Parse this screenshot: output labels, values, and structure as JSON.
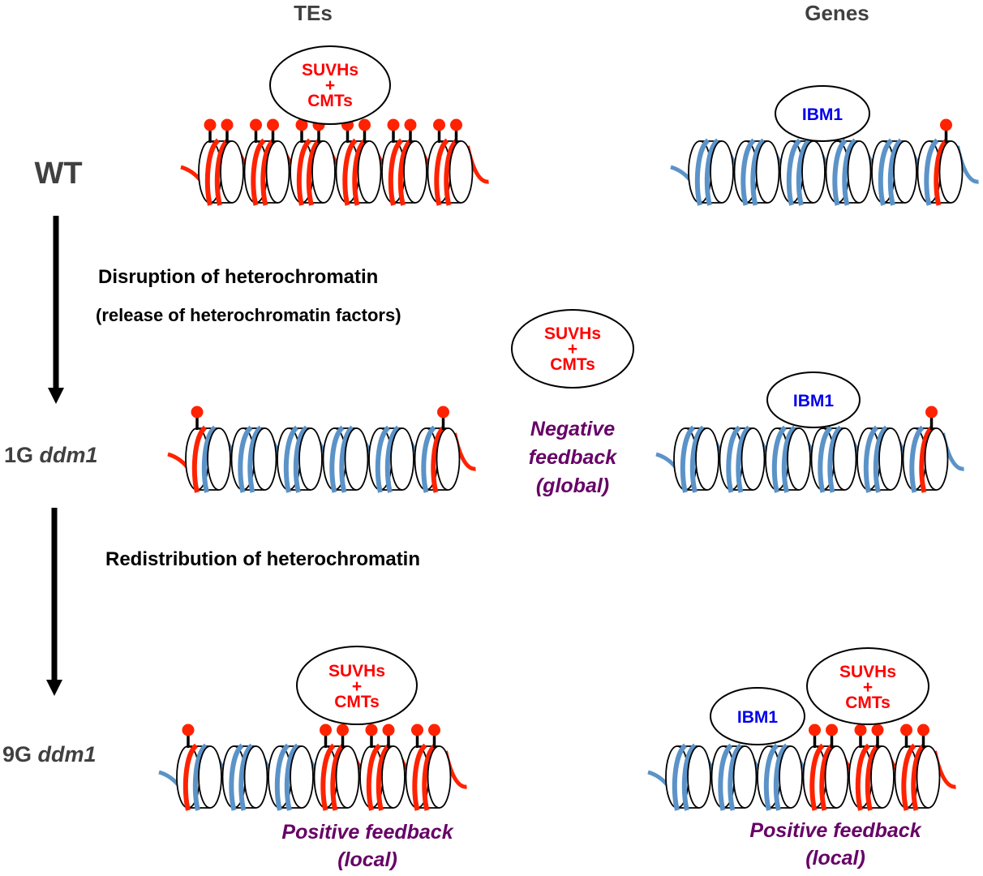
{
  "colors": {
    "methylated_dna": "#ff2200",
    "unmethylated_dna": "#5b93c8",
    "mark": "#ff2200",
    "suvh_text": "#ff0000",
    "ibm1_text": "#0000ee",
    "feedback_text": "#660066",
    "stage_text": "#404040"
  },
  "columns": {
    "tes": "TEs",
    "genes": "Genes"
  },
  "stages": {
    "wt": {
      "label": "WT"
    },
    "g1": {
      "prefix": "1G ",
      "gene": "ddm1"
    },
    "g9": {
      "prefix": "9G ",
      "gene": "ddm1"
    }
  },
  "steps": {
    "disruption": "Disruption of heterochromatin",
    "release": "(release of heterochromatin factors)",
    "redistribution": "Redistribution of heterochromatin"
  },
  "complexes": {
    "suvh": {
      "line1": "SUVHs",
      "line2": "+",
      "line3": "CMTs"
    },
    "ibm1": {
      "label": "IBM1"
    }
  },
  "feedback": {
    "negative": {
      "line1": "Negative",
      "line2": "feedback",
      "line3": "(global)"
    },
    "positive_te": {
      "line1": "Positive feedback",
      "line2": "(local)"
    },
    "positive_gene": {
      "line1": "Positive feedback",
      "line2": "(local)"
    }
  },
  "fibers": [
    {
      "id": "wt-tes",
      "nucleosomes": [
        {
          "strands": [
            "m",
            "m"
          ],
          "marks": 2
        },
        {
          "strands": [
            "m",
            "m"
          ],
          "marks": 2
        },
        {
          "strands": [
            "m",
            "m"
          ],
          "marks": 2
        },
        {
          "strands": [
            "m",
            "m"
          ],
          "marks": 2
        },
        {
          "strands": [
            "m",
            "m"
          ],
          "marks": 2
        },
        {
          "strands": [
            "m",
            "m"
          ],
          "marks": 2
        }
      ],
      "left_tail": "m",
      "right_tail": "m"
    },
    {
      "id": "wt-genes",
      "nucleosomes": [
        {
          "strands": [
            "u",
            "u"
          ],
          "marks": 0
        },
        {
          "strands": [
            "u",
            "u"
          ],
          "marks": 0
        },
        {
          "strands": [
            "u",
            "u"
          ],
          "marks": 0
        },
        {
          "strands": [
            "u",
            "u"
          ],
          "marks": 0
        },
        {
          "strands": [
            "u",
            "u"
          ],
          "marks": 0
        },
        {
          "strands": [
            "u",
            "m"
          ],
          "marks": 1
        }
      ],
      "left_tail": "u",
      "right_tail": "u"
    },
    {
      "id": "g1-tes",
      "nucleosomes": [
        {
          "strands": [
            "m",
            "u"
          ],
          "marks": 1,
          "mark_side": "first"
        },
        {
          "strands": [
            "u",
            "u"
          ],
          "marks": 0
        },
        {
          "strands": [
            "u",
            "u"
          ],
          "marks": 0
        },
        {
          "strands": [
            "u",
            "u"
          ],
          "marks": 0
        },
        {
          "strands": [
            "u",
            "u"
          ],
          "marks": 0
        },
        {
          "strands": [
            "u",
            "m"
          ],
          "marks": 1
        }
      ],
      "left_tail": "m",
      "right_tail": "m"
    },
    {
      "id": "g1-genes",
      "nucleosomes": [
        {
          "strands": [
            "u",
            "u"
          ],
          "marks": 0
        },
        {
          "strands": [
            "u",
            "u"
          ],
          "marks": 0
        },
        {
          "strands": [
            "u",
            "u"
          ],
          "marks": 0
        },
        {
          "strands": [
            "u",
            "u"
          ],
          "marks": 0
        },
        {
          "strands": [
            "u",
            "u"
          ],
          "marks": 0
        },
        {
          "strands": [
            "u",
            "m"
          ],
          "marks": 1
        }
      ],
      "left_tail": "u",
      "right_tail": "u"
    },
    {
      "id": "g9-tes",
      "nucleosomes": [
        {
          "strands": [
            "m",
            "u"
          ],
          "marks": 1,
          "mark_side": "first"
        },
        {
          "strands": [
            "u",
            "u"
          ],
          "marks": 0
        },
        {
          "strands": [
            "u",
            "u"
          ],
          "marks": 0
        },
        {
          "strands": [
            "m",
            "m"
          ],
          "marks": 2
        },
        {
          "strands": [
            "m",
            "m"
          ],
          "marks": 2
        },
        {
          "strands": [
            "m",
            "m"
          ],
          "marks": 2
        }
      ],
      "left_tail": "u",
      "right_tail": "m"
    },
    {
      "id": "g9-genes",
      "nucleosomes": [
        {
          "strands": [
            "u",
            "u"
          ],
          "marks": 0
        },
        {
          "strands": [
            "u",
            "u"
          ],
          "marks": 0
        },
        {
          "strands": [
            "u",
            "u"
          ],
          "marks": 0
        },
        {
          "strands": [
            "m",
            "m"
          ],
          "marks": 2
        },
        {
          "strands": [
            "m",
            "m"
          ],
          "marks": 2
        },
        {
          "strands": [
            "m",
            "m"
          ],
          "marks": 2
        }
      ],
      "left_tail": "u",
      "right_tail": "m"
    }
  ]
}
